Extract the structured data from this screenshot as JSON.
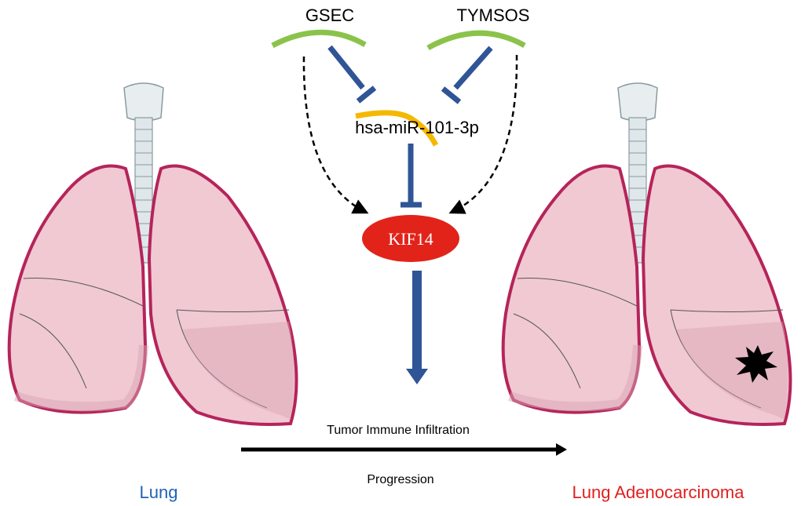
{
  "nodes": {
    "lnc1": "GSEC",
    "lnc2": "TYMSOS",
    "mirna": "hsa-miR-101-3p",
    "gene": "KIF14"
  },
  "labels": {
    "infiltration": "Tumor Immune Infiltration",
    "progression": "Progression",
    "normal": "Lung",
    "disease": "Lung Adenocarcinoma"
  },
  "colors": {
    "lnc_arc": "#8bc34a",
    "inhibit": "#2f5597",
    "mirna_arc": "#f5b800",
    "gene_fill": "#e2231a",
    "lung_fill": "#f0c9d2",
    "lung_outline": "#b5245a",
    "normal_text": "#1f64b4",
    "disease_text": "#e02020"
  }
}
